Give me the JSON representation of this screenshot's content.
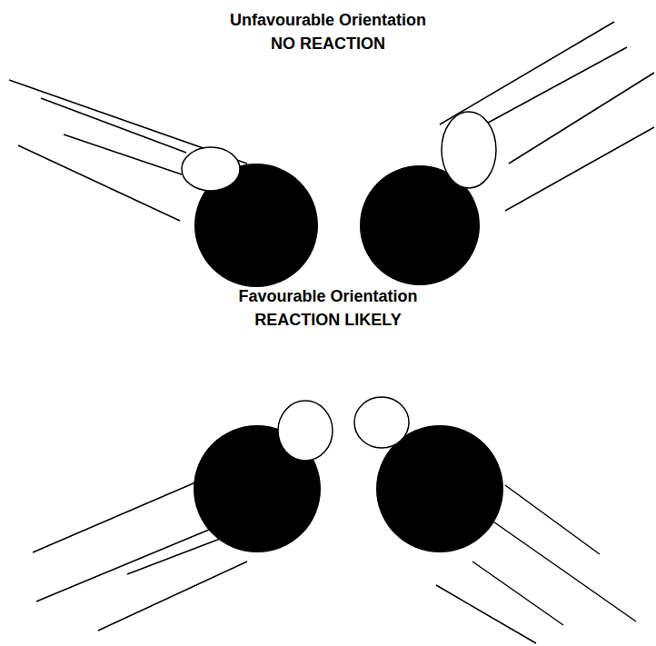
{
  "diagram": {
    "labels": [
      "Unfavourable Orientation",
      "NO REACTION",
      "Favourable Orientation",
      "REACTION LIKELY"
    ]
  }
}
